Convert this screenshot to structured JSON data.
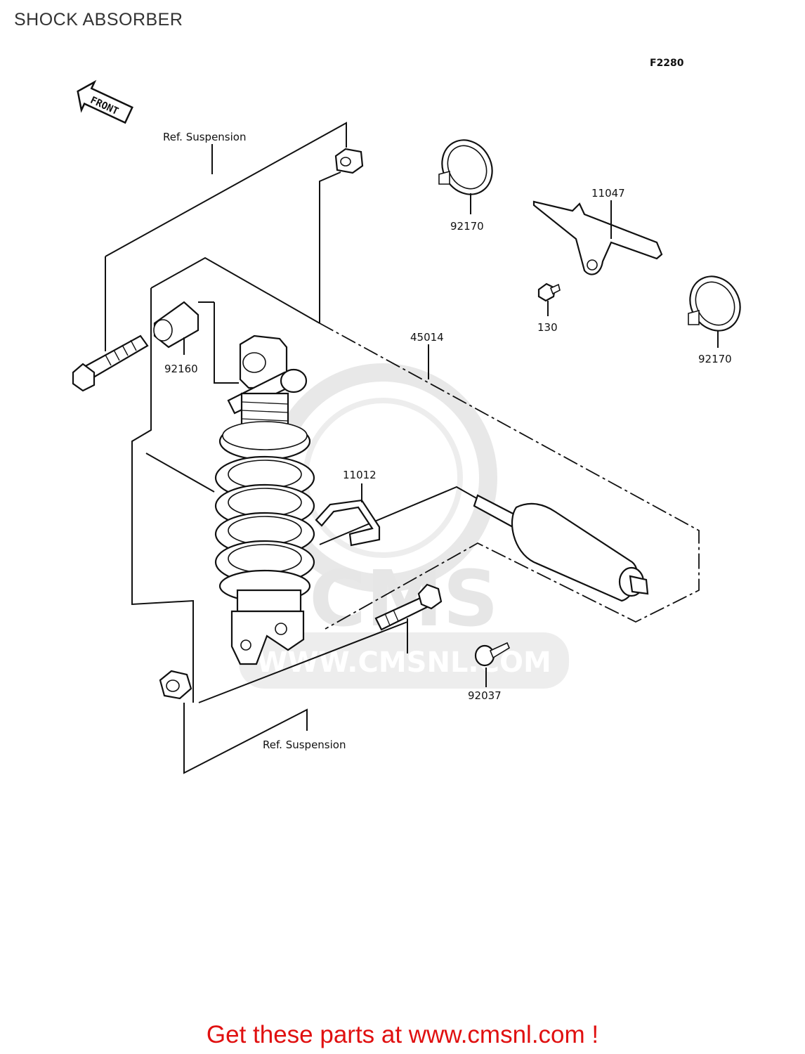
{
  "header": {
    "title": "SHOCK ABSORBER"
  },
  "diagram": {
    "code": "F2280",
    "front_arrow_label": "FRONT",
    "labels": {
      "ref_top": "Ref. Suspension",
      "ref_bottom": "Ref. Suspension",
      "p92170_a": "92170",
      "p92170_b": "92170",
      "p11047": "11047",
      "p130": "130",
      "p45014": "45014",
      "p92160": "92160",
      "p11012": "11012",
      "p92037": "92037"
    },
    "watermark": {
      "brand": "CMS",
      "url": "WWW.CMSNL.COM"
    }
  },
  "footer": {
    "link_text": "Get these parts at www.cmsnl.com !"
  },
  "colors": {
    "footer_text": "#e01010",
    "line": "#111111",
    "watermark": "#e6e6e6"
  }
}
